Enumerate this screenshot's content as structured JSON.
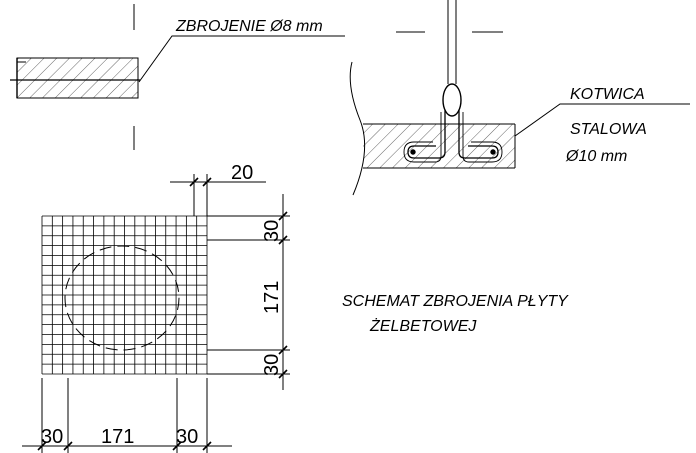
{
  "labels": {
    "rebar": "ZBROJENIE Ø8 mm",
    "anchor_line1": "KOTWICA",
    "anchor_line2": "STALOWA",
    "anchor_line3": "Ø10 mm",
    "title_line1": "SCHEMAT ZBROJENIA PŁYTY",
    "title_line2": "ŻELBETOWEJ"
  },
  "dimensions": {
    "edge_offset_top": "20",
    "right_top": "30",
    "right_middle": "171",
    "right_bottom": "30",
    "bottom_left": "30",
    "bottom_middle": "171",
    "bottom_right": "30"
  },
  "colors": {
    "line": "#000000",
    "background": "#ffffff"
  }
}
